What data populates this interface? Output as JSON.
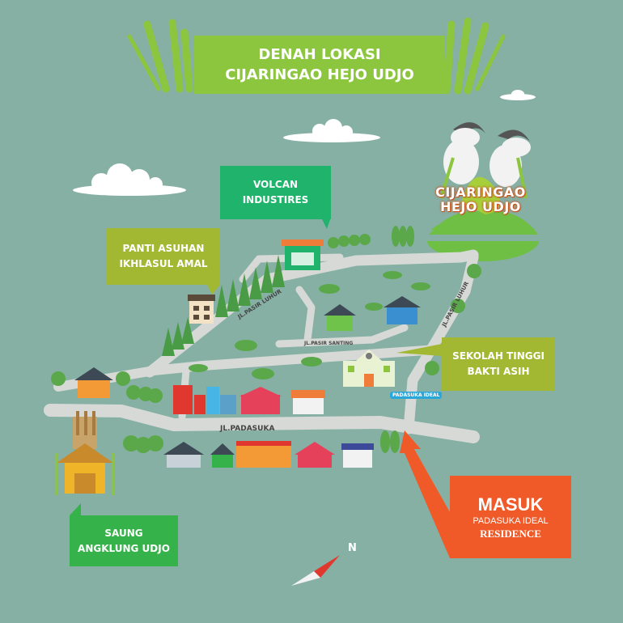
{
  "title": {
    "line1": "DENAH LOKASI",
    "line2": "CIJARINGAO HEJO UDJO"
  },
  "landmarks": {
    "volcan": {
      "line1": "VOLCAN",
      "line2": "INDUSTIRES"
    },
    "panti": {
      "line1": "PANTI ASUHAN",
      "line2": "IKHLASUL AMAL"
    },
    "sekolah": {
      "line1": "SEKOLAH TINGGI",
      "line2": "BAKTI ASIH"
    },
    "saung": {
      "line1": "SAUNG",
      "line2": "ANGKLUNG UDJO"
    }
  },
  "entrance": {
    "line1": "MASUK",
    "line2": "PADASUKA IDEAL",
    "line3": "RESIDENCE"
  },
  "logo": {
    "line1": "CIJARINGAO",
    "line2": "HEJO UDJO"
  },
  "roads": {
    "main": "JL.PADASUKA",
    "lunuk_west": "JL.PASIR LUHUR",
    "lunuk_east": "JL.PASIR LUHUR",
    "santing": "JL.PASIR SANTING",
    "gate": "PADASUKA IDEAL"
  },
  "compass": {
    "north": "N"
  },
  "colors": {
    "background": "#86b0a4",
    "road": "#d6d9d6",
    "green_banner": "#8cc63f",
    "volcan": "#1fb36b",
    "olive": "#a3b832",
    "saung": "#35b34a",
    "masuk": "#f05a28",
    "tree": "#4a9b46"
  }
}
